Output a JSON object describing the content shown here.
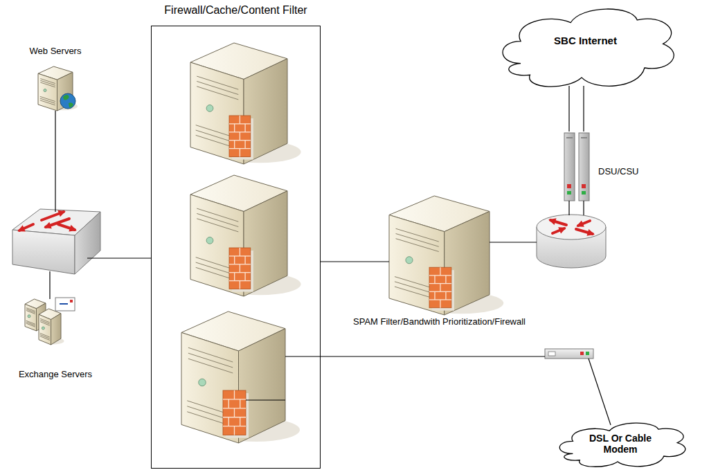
{
  "diagram": {
    "nodes": [
      {
        "text": [
          "Firewall/Cache/Content Filter"
        ]
      },
      {
        "text": [
          "Web Servers"
        ]
      },
      {
        "text": [
          "Exchange Servers"
        ]
      },
      {
        "text": [
          "SBC Internet"
        ]
      },
      {
        "text": [
          "DSU/CSU"
        ]
      },
      {
        "text": [
          "SPAM Filter/Bandwith Prioritization/Firewall"
        ]
      },
      {
        "text": [
          "DSL Or Cable Modem"
        ]
      }
    ],
    "edges": [
      {
        "from": 0,
        "to": 5,
        "arrow": "none"
      },
      {
        "from": 4,
        "to": 3,
        "arrow": "none"
      }
    ]
  }
}
